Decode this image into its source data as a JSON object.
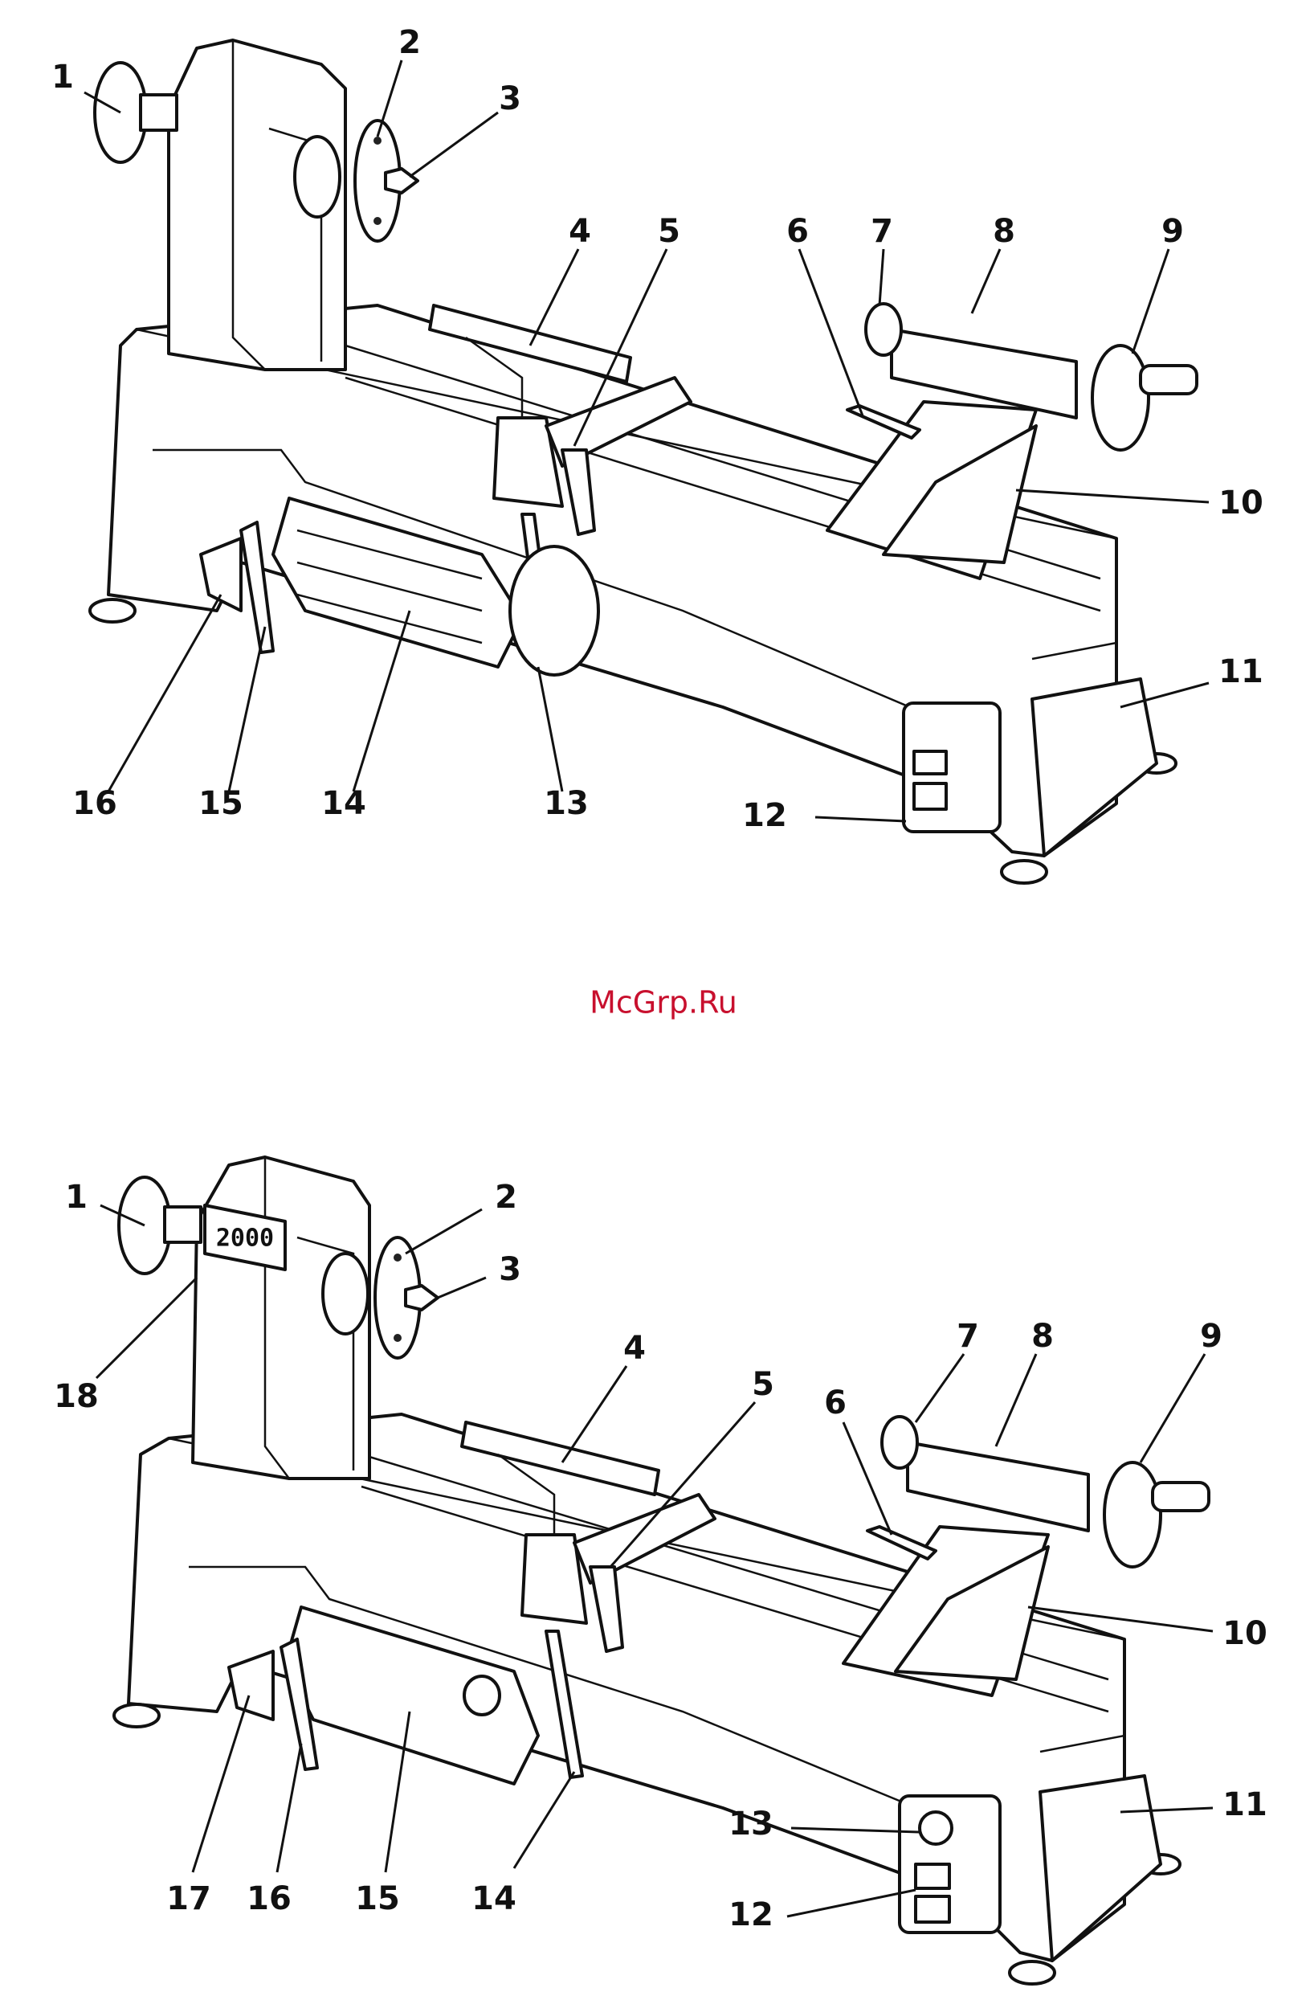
{
  "watermark": "McGrp.Ru",
  "diagram_top": {
    "labels": [
      "1",
      "2",
      "3",
      "4",
      "5",
      "6",
      "7",
      "8",
      "9",
      "10",
      "11",
      "12",
      "13",
      "14",
      "15",
      "16"
    ]
  },
  "diagram_bottom": {
    "display_value": "2000",
    "labels": [
      "1",
      "2",
      "3",
      "4",
      "5",
      "6",
      "7",
      "8",
      "9",
      "10",
      "11",
      "12",
      "13",
      "14",
      "15",
      "16",
      "17",
      "18"
    ]
  }
}
